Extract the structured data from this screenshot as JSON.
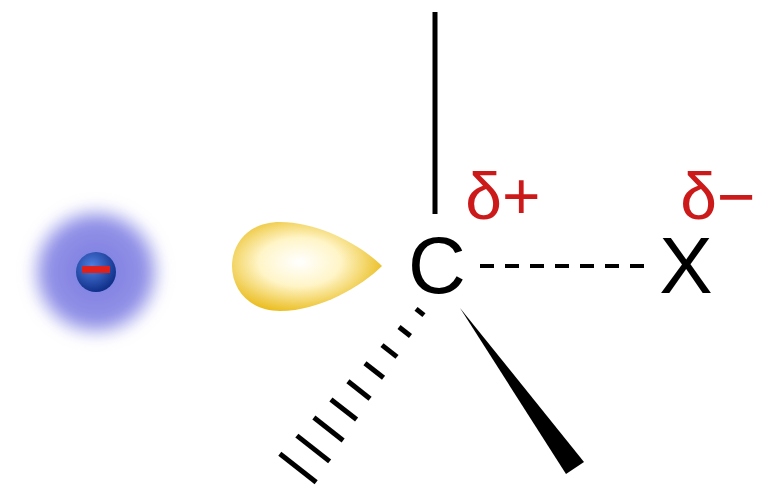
{
  "diagram": {
    "labels": [
      "δ+",
      "δ−",
      "C",
      "X"
    ]
  }
}
